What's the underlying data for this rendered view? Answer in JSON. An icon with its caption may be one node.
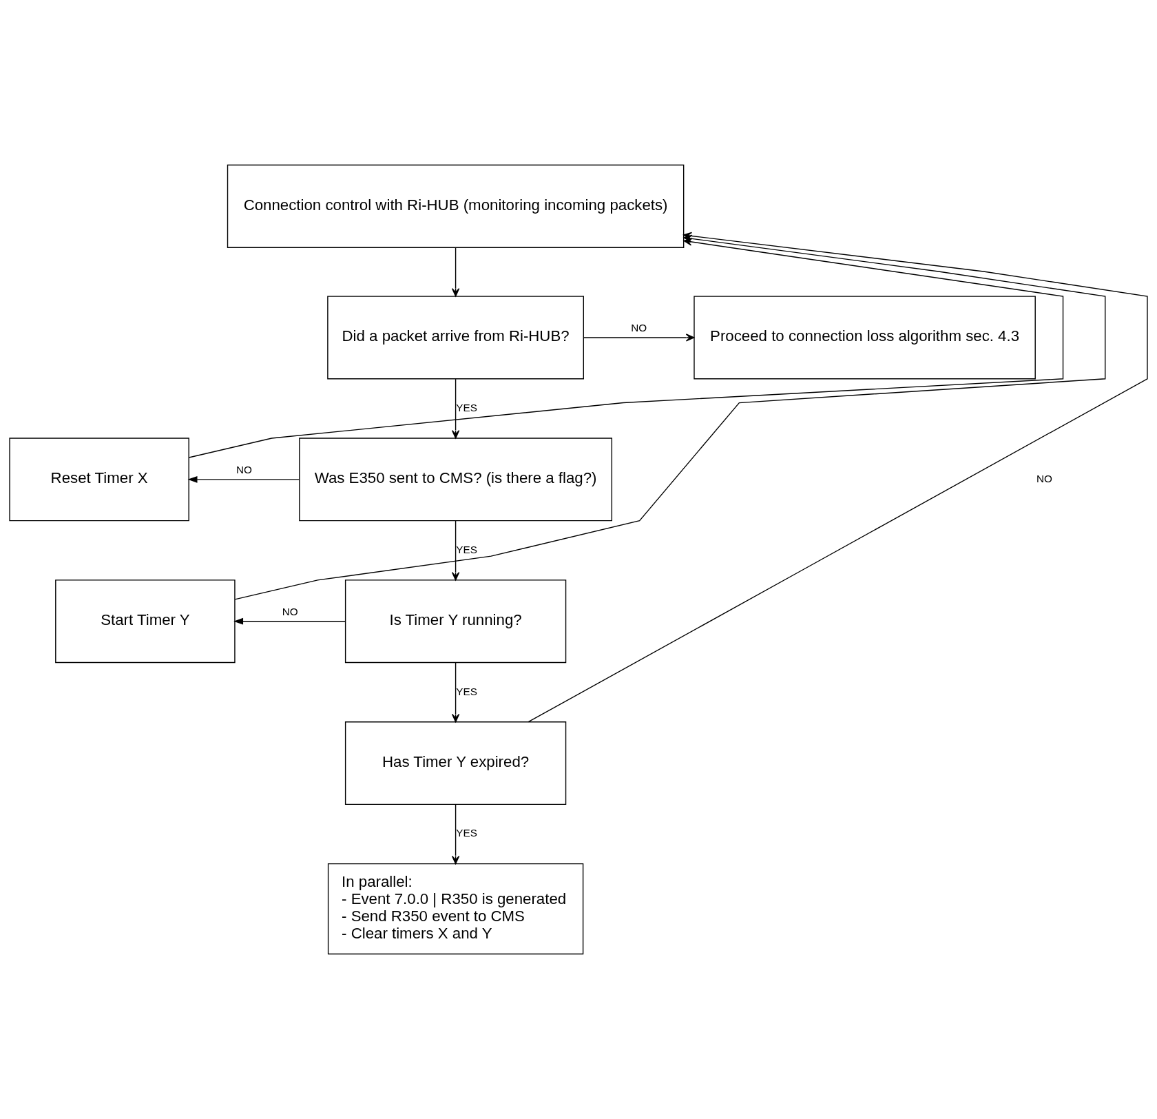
{
  "diagram": {
    "nodes": [
      {
        "text": [
          "Connection control with Ri-HUB (monitoring incoming packets)"
        ]
      },
      {
        "text": [
          "Did a packet arrive from Ri-HUB?"
        ]
      },
      {
        "text": [
          "Proceed to connection loss algorithm sec. 4.3"
        ]
      },
      {
        "text": [
          "Reset Timer X"
        ]
      },
      {
        "text": [
          "Was E350 sent to CMS? (is there a flag?)"
        ]
      },
      {
        "text": [
          "Start Timer Y"
        ]
      },
      {
        "text": [
          "Is Timer Y running?"
        ]
      },
      {
        "text": [
          "Has Timer Y expired?"
        ]
      },
      {
        "text": [
          "In parallel:",
          "- Event 7.0.0 | R350 is generated",
          "- Send R350 event to CMS",
          "- Clear timers X and Y"
        ]
      }
    ],
    "edges": [
      {
        "from": 0,
        "to": 1,
        "arrow": "to"
      },
      {
        "from": 1,
        "to": 2,
        "arrow": "to",
        "label": "NO"
      },
      {
        "from": 1,
        "to": 4,
        "arrow": "to",
        "label": "YES"
      },
      {
        "from": 4,
        "to": 3,
        "arrow": "to",
        "label": "NO"
      },
      {
        "from": 4,
        "to": 6,
        "arrow": "to",
        "label": "YES"
      },
      {
        "from": 6,
        "to": 5,
        "arrow": "to",
        "label": "NO"
      },
      {
        "from": 6,
        "to": 7,
        "arrow": "to",
        "label": "YES"
      },
      {
        "from": 7,
        "to": 0,
        "arrow": "to",
        "label": "NO"
      },
      {
        "from": 7,
        "to": 8,
        "arrow": "to",
        "label": "YES"
      },
      {
        "from": 3,
        "to": 0,
        "arrow": "to"
      },
      {
        "from": 5,
        "to": 0,
        "arrow": "to"
      }
    ]
  }
}
